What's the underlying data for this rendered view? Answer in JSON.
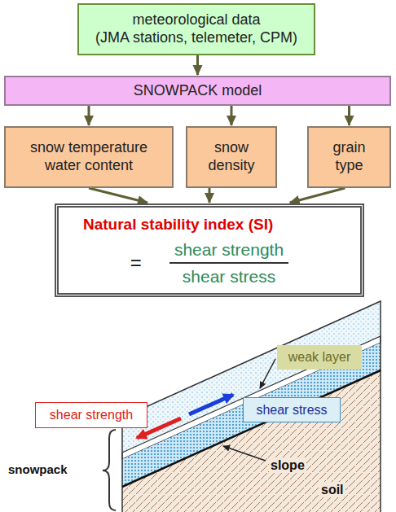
{
  "diagram": {
    "nodes": [
      {
        "text": [
          "meteorological data",
          "(JMA stations, telemeter, CPM)"
        ]
      },
      {
        "text": [
          "SNOWPACK model"
        ]
      },
      {
        "text": [
          "snow temperature water content"
        ]
      },
      {
        "text": [
          "snow density"
        ]
      },
      {
        "text": [
          "grain type"
        ]
      },
      {
        "text": [
          "Natural stability index (SI)",
          "=",
          "shear strength",
          "shear stress"
        ]
      },
      {
        "text": [
          "weak layer"
        ]
      },
      {
        "text": [
          "shear strength"
        ]
      },
      {
        "text": [
          "shear stress"
        ]
      }
    ],
    "edges": [
      {
        "from": 0,
        "to": 1,
        "arrow": "to"
      },
      {
        "from": 1,
        "to": 2,
        "arrow": "to"
      },
      {
        "from": 1,
        "to": 3,
        "arrow": "to"
      },
      {
        "from": 1,
        "to": 4,
        "arrow": "to"
      },
      {
        "from": 2,
        "to": 5,
        "arrow": "to"
      },
      {
        "from": 3,
        "to": 5,
        "arrow": "to"
      },
      {
        "from": 4,
        "to": 5,
        "arrow": "to"
      }
    ],
    "labels": [
      "slope",
      "snowpack",
      "soil"
    ]
  }
}
